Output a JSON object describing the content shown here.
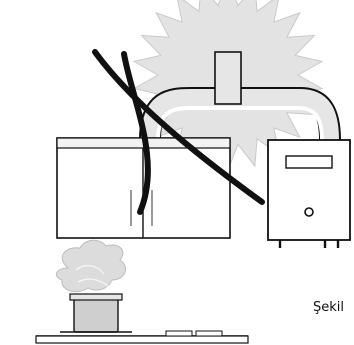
{
  "caption": "Şekil",
  "colors": {
    "starburst": "#e3e3e3",
    "starburst_edge": "#c9c9c9",
    "stroke": "#111111",
    "fill": "#ffffff",
    "pipe_inner": "#e6e6e6",
    "steam": "#dcdcdc",
    "pot": "#cfcfcf"
  },
  "icons": {
    "warning_cross": "large-x-mark",
    "heater": "wall-water-heater",
    "cabinet": "kitchen-wall-cabinet",
    "flue": "exhaust-flue-pipe",
    "pot": "cooking-pot",
    "steam": "steam-clouds",
    "hob": "gas-hob"
  }
}
